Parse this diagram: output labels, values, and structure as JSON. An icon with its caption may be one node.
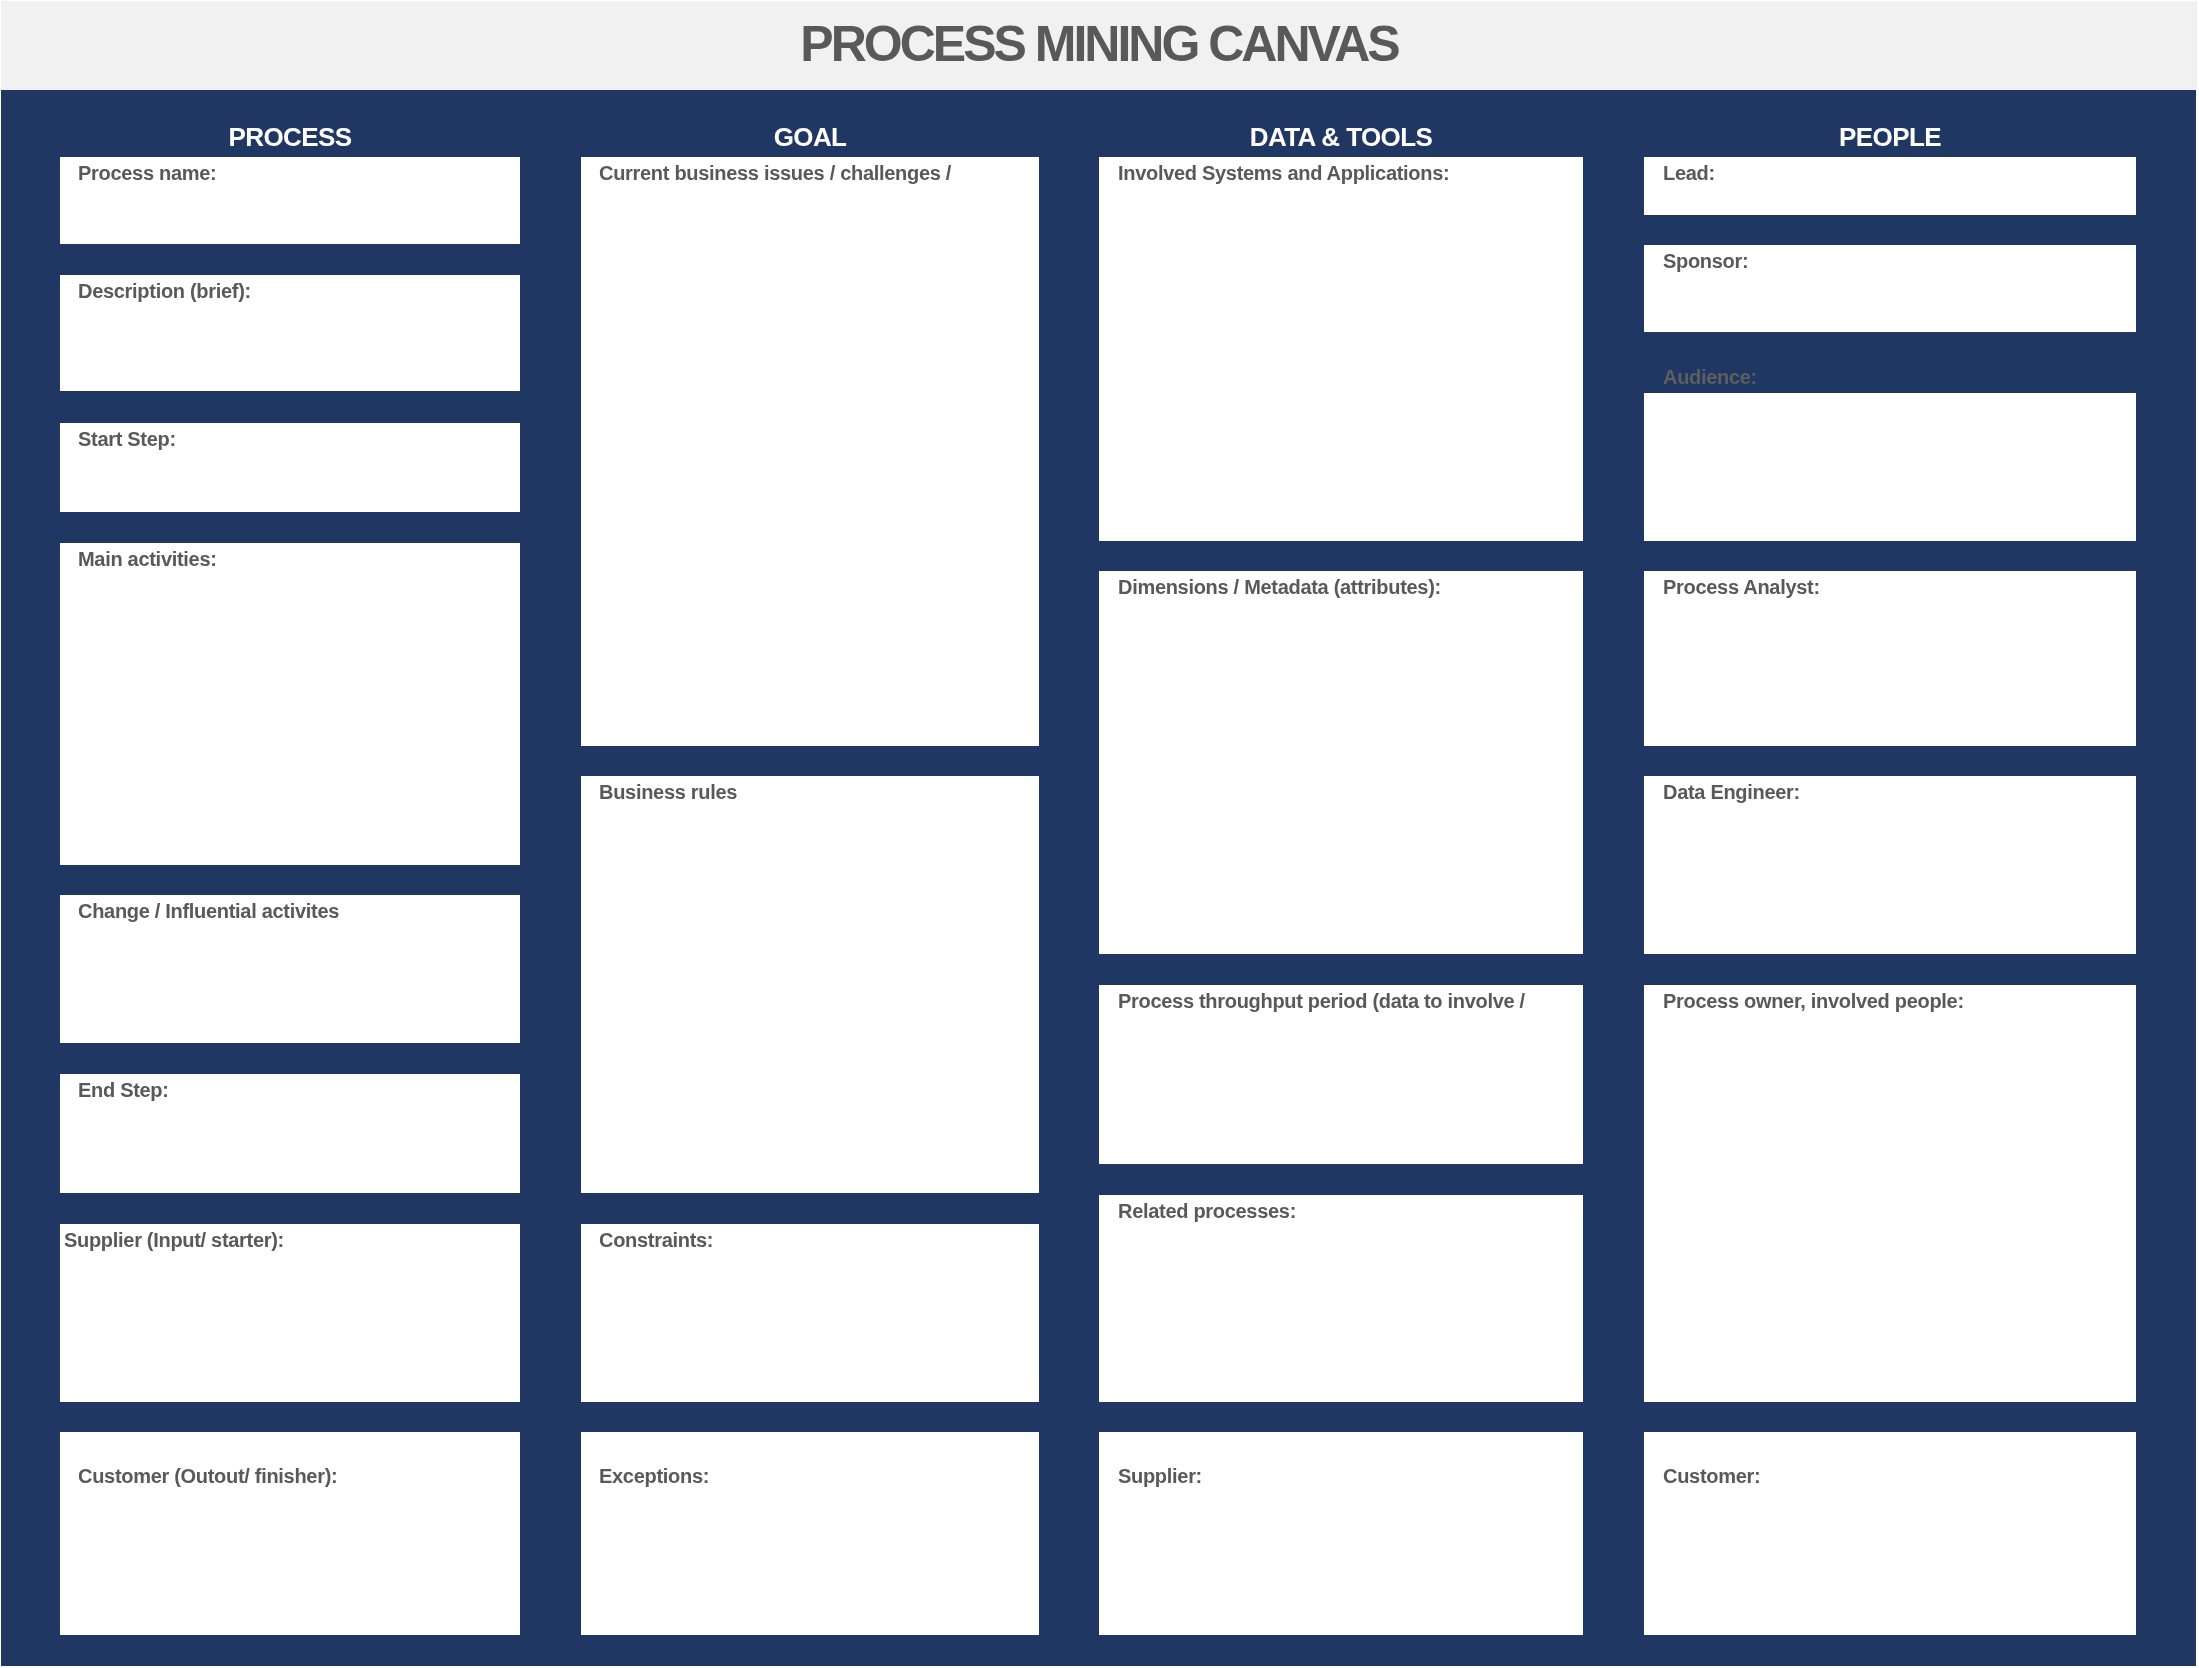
{
  "diagram": {
    "title": "PROCESS MINING CANVAS",
    "nodes": [
      {
        "text": [
          "Process name:"
        ]
      },
      {
        "text": [
          "Description (brief):"
        ]
      },
      {
        "text": [
          "Start Step:"
        ]
      },
      {
        "text": [
          "Main activities:"
        ]
      },
      {
        "text": [
          "Change / Influential activites"
        ]
      },
      {
        "text": [
          "End Step:"
        ]
      },
      {
        "text": [
          "Supplier (Input/ starter):"
        ]
      },
      {
        "text": [
          "Customer (Outout/ finisher):"
        ]
      },
      {
        "text": [
          "Current business issues / challenges /"
        ]
      },
      {
        "text": [
          "Business rules"
        ]
      },
      {
        "text": [
          "Constraints:"
        ]
      },
      {
        "text": [
          "Exceptions:"
        ]
      },
      {
        "text": [
          "Involved Systems and Applications:"
        ]
      },
      {
        "text": [
          "Dimensions / Metadata (attributes):"
        ]
      },
      {
        "text": [
          "Process throughput period (data to involve /"
        ]
      },
      {
        "text": [
          "Related processes:"
        ]
      },
      {
        "text": [
          "Supplier:"
        ]
      },
      {
        "text": [
          "Lead:"
        ]
      },
      {
        "text": [
          "Sponsor:"
        ]
      },
      {
        "text": [
          "Audience:"
        ]
      },
      {
        "text": [
          "Process Analyst:"
        ]
      },
      {
        "text": [
          "Data Engineer:"
        ]
      },
      {
        "text": [
          "Process owner, involved people:"
        ]
      },
      {
        "text": [
          "Customer:"
        ]
      }
    ],
    "labels": [
      "PROCESS",
      "GOAL",
      "DATA & TOOLS",
      "PEOPLE"
    ]
  }
}
